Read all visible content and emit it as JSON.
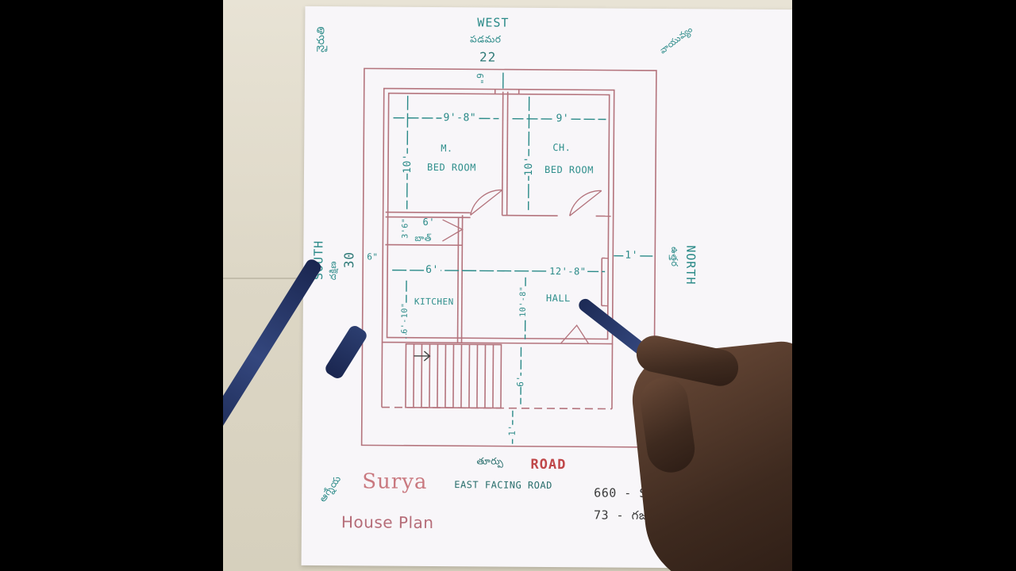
{
  "directions": {
    "west_en": "WEST",
    "west_te": "పడమర",
    "west_dim": "22",
    "south_en": "SOUTH",
    "south_te": "దక్షిణ",
    "south_dim": "30",
    "north_en": "NORTH",
    "north_te": "ఉత్తర",
    "nw_corner": "వాయువ్యం",
    "sw_corner": "నైరుతి",
    "se_corner": "ఆగ్నేయ"
  },
  "rooms": {
    "master_title": "M.",
    "master_name": "BED ROOM",
    "child_title": "CH.",
    "child_name": "BED ROOM",
    "kitchen": "KITCHEN",
    "hall": "HALL",
    "bath": "బాత్"
  },
  "dimensions": {
    "top_setback": "6\"",
    "master_width": "9'-8\"",
    "child_width": "9'",
    "master_depth": "10'",
    "child_depth": "10'",
    "bath_width": "6'",
    "bath_depth": "3'6\"",
    "side_wall": "6\"",
    "kitchen_width": "6'",
    "hall_width": "12'-8\"",
    "kitchen_depth": "6'-10\"",
    "hall_depth": "10'-8\"",
    "north_setback": "1'",
    "porch_depth": "6'",
    "bottom_setback": "1'"
  },
  "footer": {
    "road_te": "తూర్పు",
    "road_en": "ROAD",
    "road_caption": "EAST FACING ROAD",
    "brand": "Surya",
    "title": "House Plan",
    "note_sft": "660 - SFT",
    "note_gajam": "73 - గజాలు"
  },
  "colors": {
    "pencil_line": "#b4747d",
    "dimension_ink": "#2a8a88",
    "road_ink": "#c0484a",
    "paper": "#f8f6f9",
    "pen_body": "#26346a",
    "skin": "#4a3224"
  }
}
